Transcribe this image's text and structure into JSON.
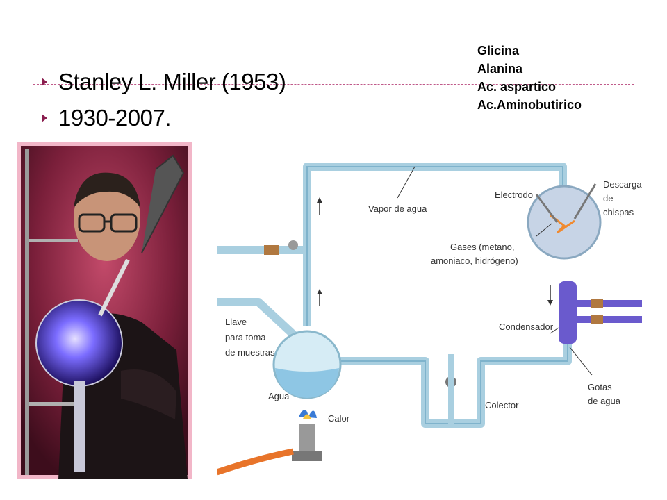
{
  "slide": {
    "bullets": [
      {
        "text": "Stanley L. Miller   (1953)"
      },
      {
        "text": "1930-2007."
      }
    ],
    "amino_acids": [
      "Glicina",
      "Alanina",
      "Ac. aspartico",
      "Ac.Aminobutirico"
    ]
  },
  "diagram": {
    "labels": {
      "vapor": "Vapor de agua",
      "electrodo": "Electrodo",
      "descarga_1": "Descarga",
      "descarga_2": "de",
      "descarga_3": "chispas",
      "gases_1": "Gases (metano,",
      "gases_2": "amoniaco, hidrógeno)",
      "llave_1": "Llave",
      "llave_2": "para toma",
      "llave_3": "de muestras",
      "condensador": "Condensador",
      "agua": "Agua",
      "calor": "Calor",
      "colector": "Colector",
      "gotas_1": "Gotas",
      "gotas_2": "de agua"
    }
  },
  "colors": {
    "accent": "#8a1d4e",
    "dash": "#c05a8a",
    "photo_border": "#f2b6c8",
    "glass": "#b8d8e8",
    "condenser": "#6a5acd",
    "flame": "#3a7bd5"
  }
}
